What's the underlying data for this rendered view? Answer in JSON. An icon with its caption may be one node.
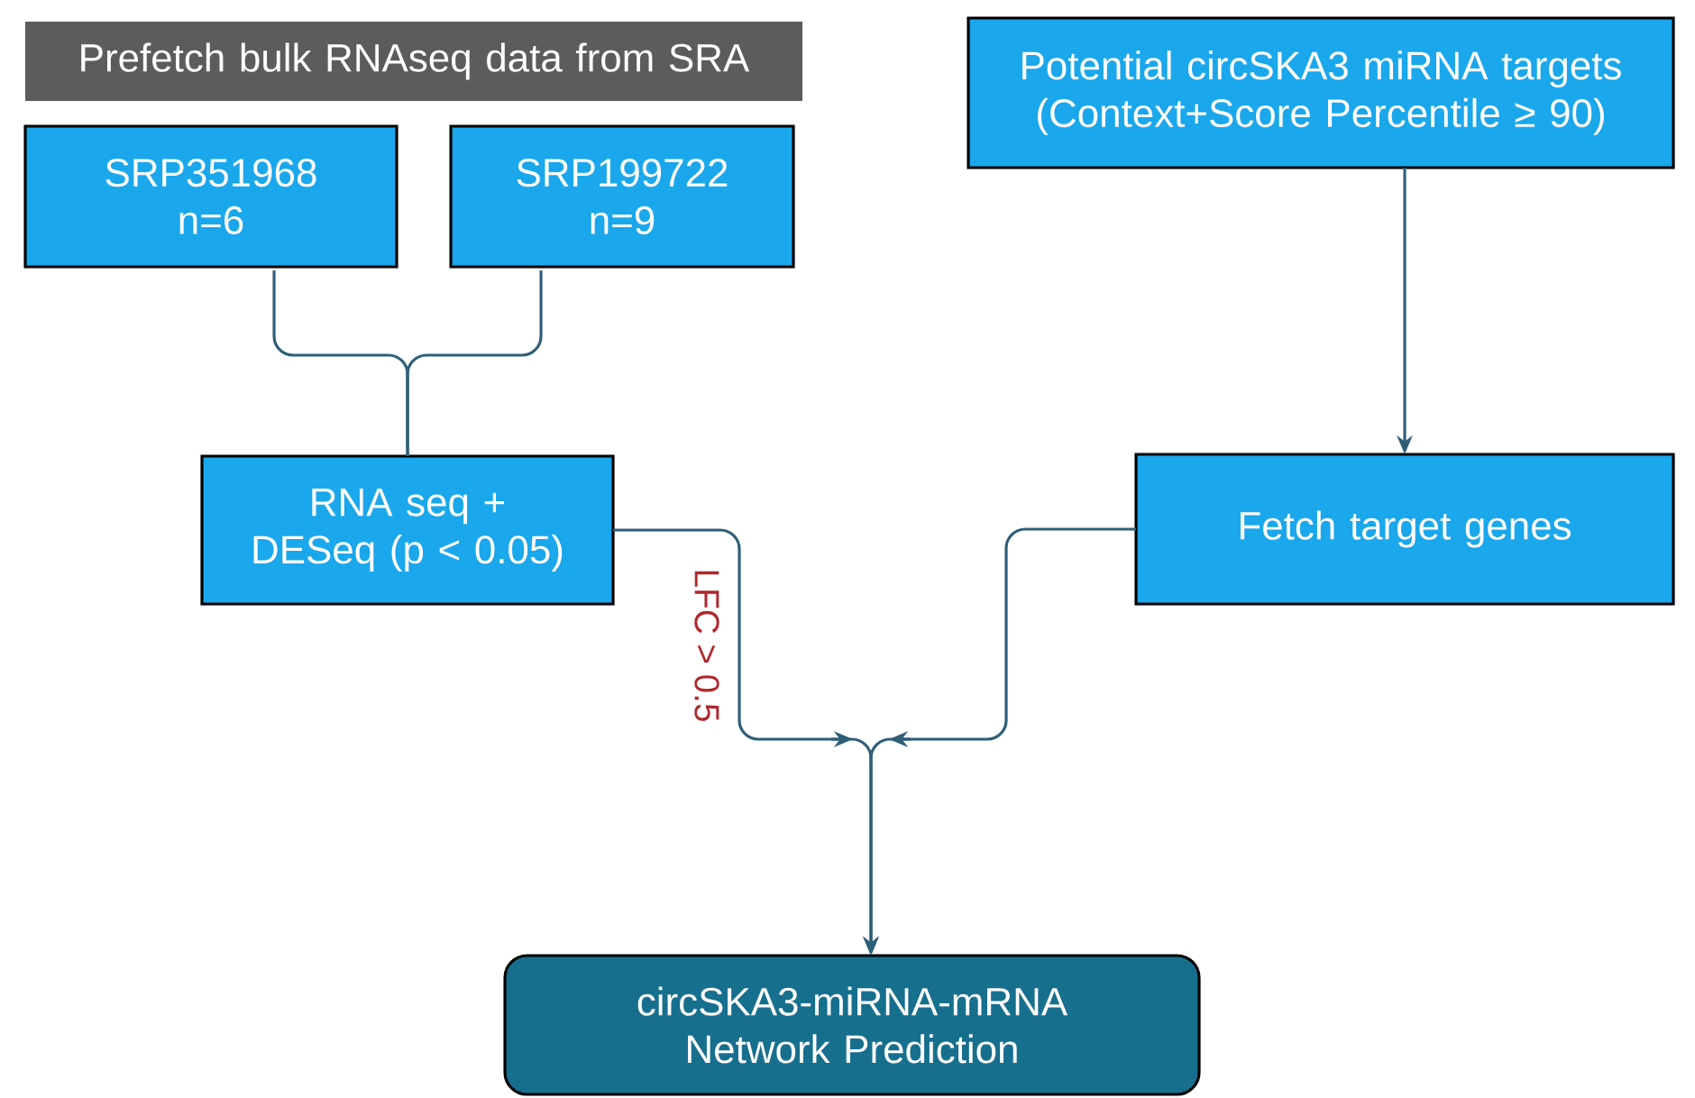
{
  "diagram": {
    "nodes": [
      {
        "text": [
          "Prefetch bulk RNAseq data from SRA"
        ]
      },
      {
        "text": [
          "SRP351968 n=6"
        ]
      },
      {
        "text": [
          "SRP199722 n=9"
        ]
      },
      {
        "text": [
          "RNA seq + DESeq (p < 0.05)"
        ]
      },
      {
        "text": [
          "Potential circSKA3 miRNA targets (Context+Score Percentile ≥ 90)"
        ]
      },
      {
        "text": [
          "Fetch target genes"
        ]
      },
      {
        "text": [
          "circSKA3-miRNA-mRNA Network Prediction"
        ]
      }
    ],
    "edges": [
      {
        "from": 1,
        "to": 3,
        "arrow": "none"
      },
      {
        "from": 2,
        "to": 3,
        "arrow": "none"
      },
      {
        "from": 4,
        "to": 5,
        "arrow": "to"
      },
      {
        "from": 3,
        "to": 6,
        "arrow": "to",
        "label": "LFC > 0.5"
      },
      {
        "from": 5,
        "to": 6,
        "arrow": "to"
      }
    ]
  }
}
